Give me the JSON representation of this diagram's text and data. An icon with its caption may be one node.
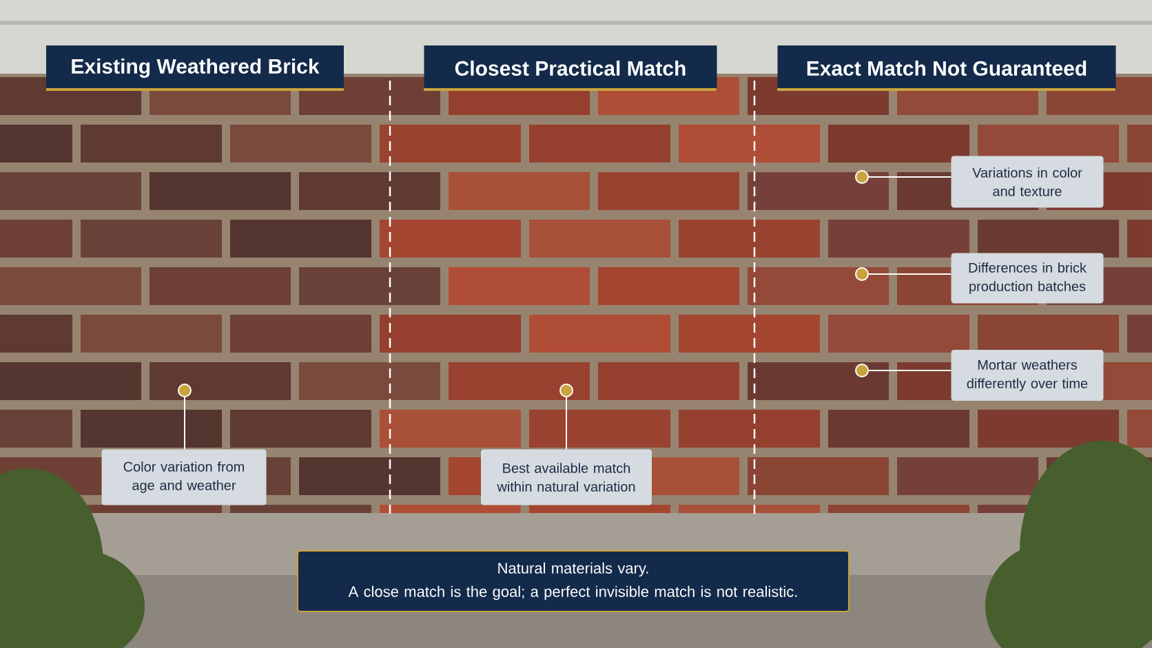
{
  "diagram": {
    "nodes": [
      {
        "text": [
          "Existing Weathered Brick"
        ]
      },
      {
        "text": [
          "Closest Practical Match"
        ]
      },
      {
        "text": [
          "Exact Match Not Guaranteed"
        ]
      },
      {
        "text": [
          "Color variation from age and weather"
        ]
      },
      {
        "text": [],
        "shape": "circle"
      },
      {
        "text": [
          "Best available match within natural variation"
        ]
      },
      {
        "text": [],
        "shape": "circle"
      },
      {
        "text": [
          "Variations in color and texture"
        ]
      },
      {
        "text": [],
        "shape": "circle"
      },
      {
        "text": [
          "Differences in brick production batches"
        ]
      },
      {
        "text": [],
        "shape": "circle"
      },
      {
        "text": [
          "Mortar weathers differently over time"
        ]
      },
      {
        "text": [],
        "shape": "circle"
      },
      {
        "text": [
          "Natural materials vary.",
          "A close match is the goal; a perfect invisible match is not realistic."
        ]
      }
    ],
    "edges": [
      {
        "from": 3,
        "to": 4,
        "arrow": "none"
      },
      {
        "from": 5,
        "to": 6,
        "arrow": "none"
      },
      {
        "from": 7,
        "to": 8,
        "arrow": "none"
      },
      {
        "from": 9,
        "to": 10,
        "arrow": "none"
      },
      {
        "from": 11,
        "to": 12,
        "arrow": "none"
      }
    ]
  }
}
